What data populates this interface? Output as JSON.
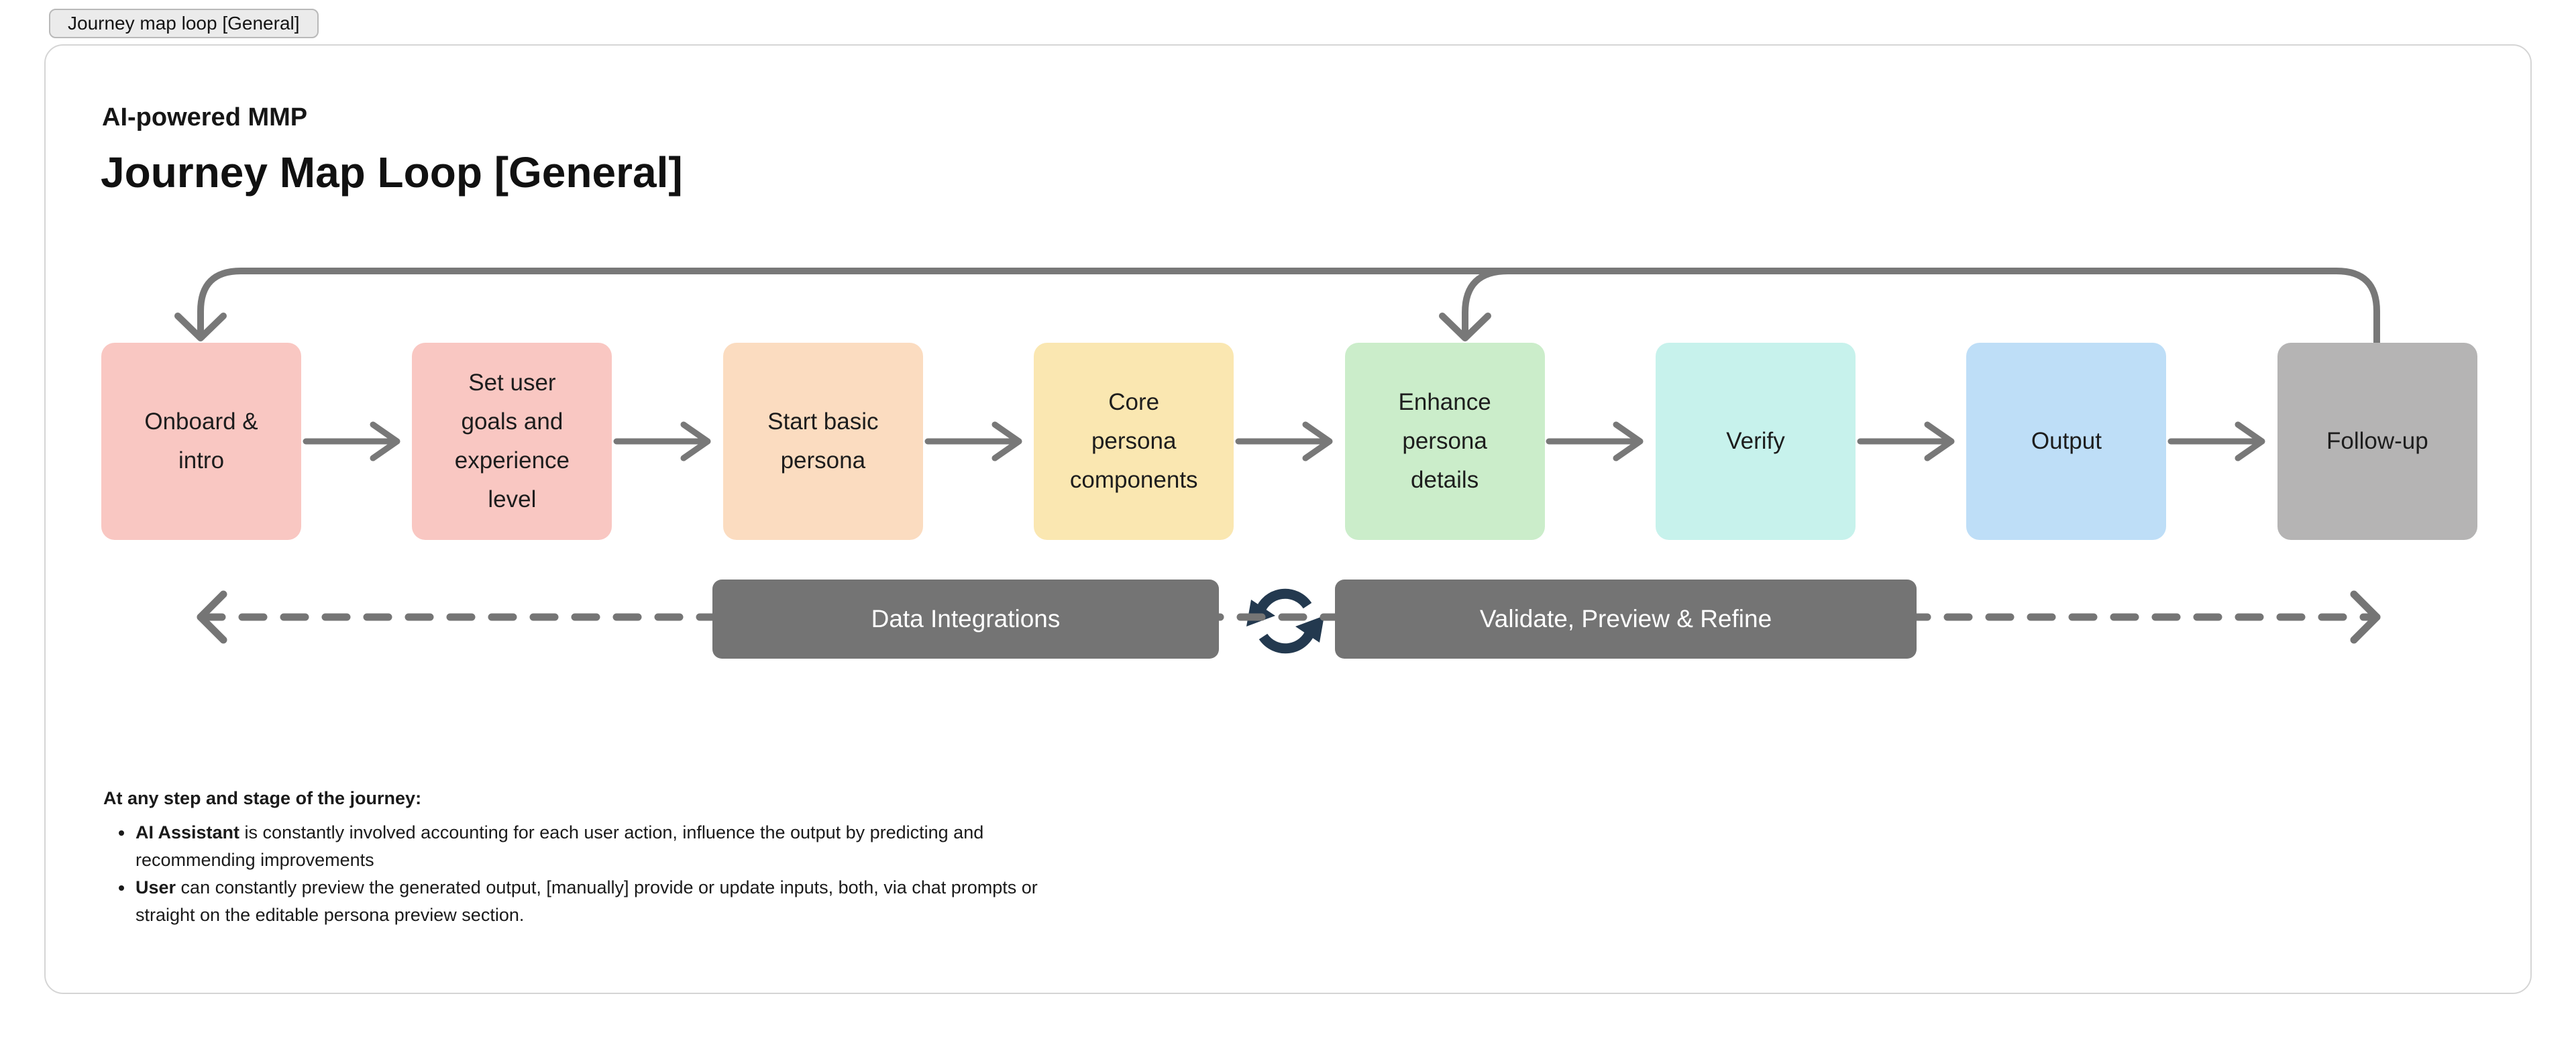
{
  "tab": {
    "label": "Journey map loop [General]"
  },
  "header": {
    "subtitle": "AI-powered MMP",
    "title": "Journey Map Loop [General]"
  },
  "flow": {
    "steps": [
      {
        "label": "Onboard & intro",
        "color": "#f9c7c2"
      },
      {
        "label": "Set user goals and experience level",
        "color": "#f9c7c2"
      },
      {
        "label": "Start basic persona",
        "color": "#fbdcc0"
      },
      {
        "label": "Core persona components",
        "color": "#fae7b1"
      },
      {
        "label": "Enhance persona details",
        "color": "#cbedca"
      },
      {
        "label": "Verify",
        "color": "#c7f2ec"
      },
      {
        "label": "Output",
        "color": "#bedef7"
      },
      {
        "label": "Follow-up",
        "color": "#b5b4b4"
      }
    ]
  },
  "bottom_track": {
    "left_label": "Data Integrations",
    "right_label": "Validate, Preview & Refine",
    "icon": "sync-icon"
  },
  "notes": {
    "heading": "At any step and stage of the journey:",
    "bullets": [
      {
        "bold": "AI Assistant",
        "text": " is constantly involved accounting for each user action, influence the output by predicting and recommending improvements"
      },
      {
        "bold": "User",
        "text": " can constantly preview the generated output,  [manually] provide or update inputs, both, via chat prompts or straight on the editable persona preview section."
      }
    ]
  },
  "colors": {
    "ink": "#161616",
    "arrow_gray": "#787878",
    "dash_gray": "#757575",
    "bar_gray": "#747474",
    "sync_navy": "#23394f",
    "canvas_border": "#d5d5d5"
  }
}
